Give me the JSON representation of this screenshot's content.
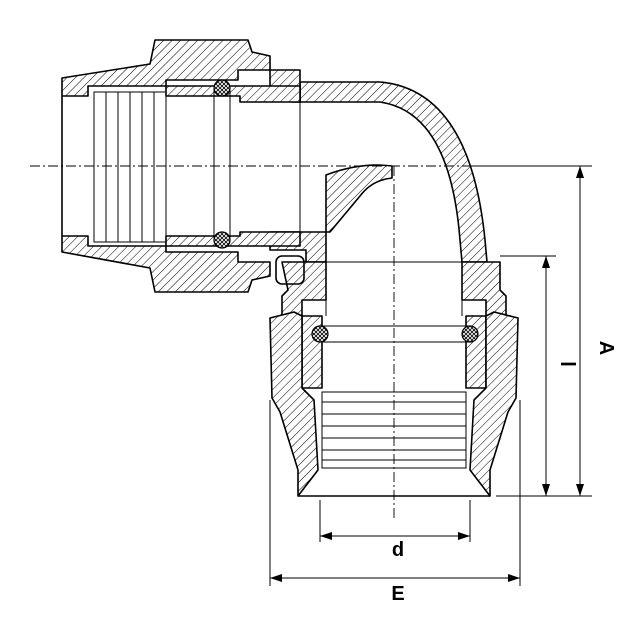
{
  "diagram": {
    "type": "cross-section technical drawing",
    "labels": {
      "A": "A",
      "l": "l",
      "d": "d",
      "E": "E"
    }
  }
}
